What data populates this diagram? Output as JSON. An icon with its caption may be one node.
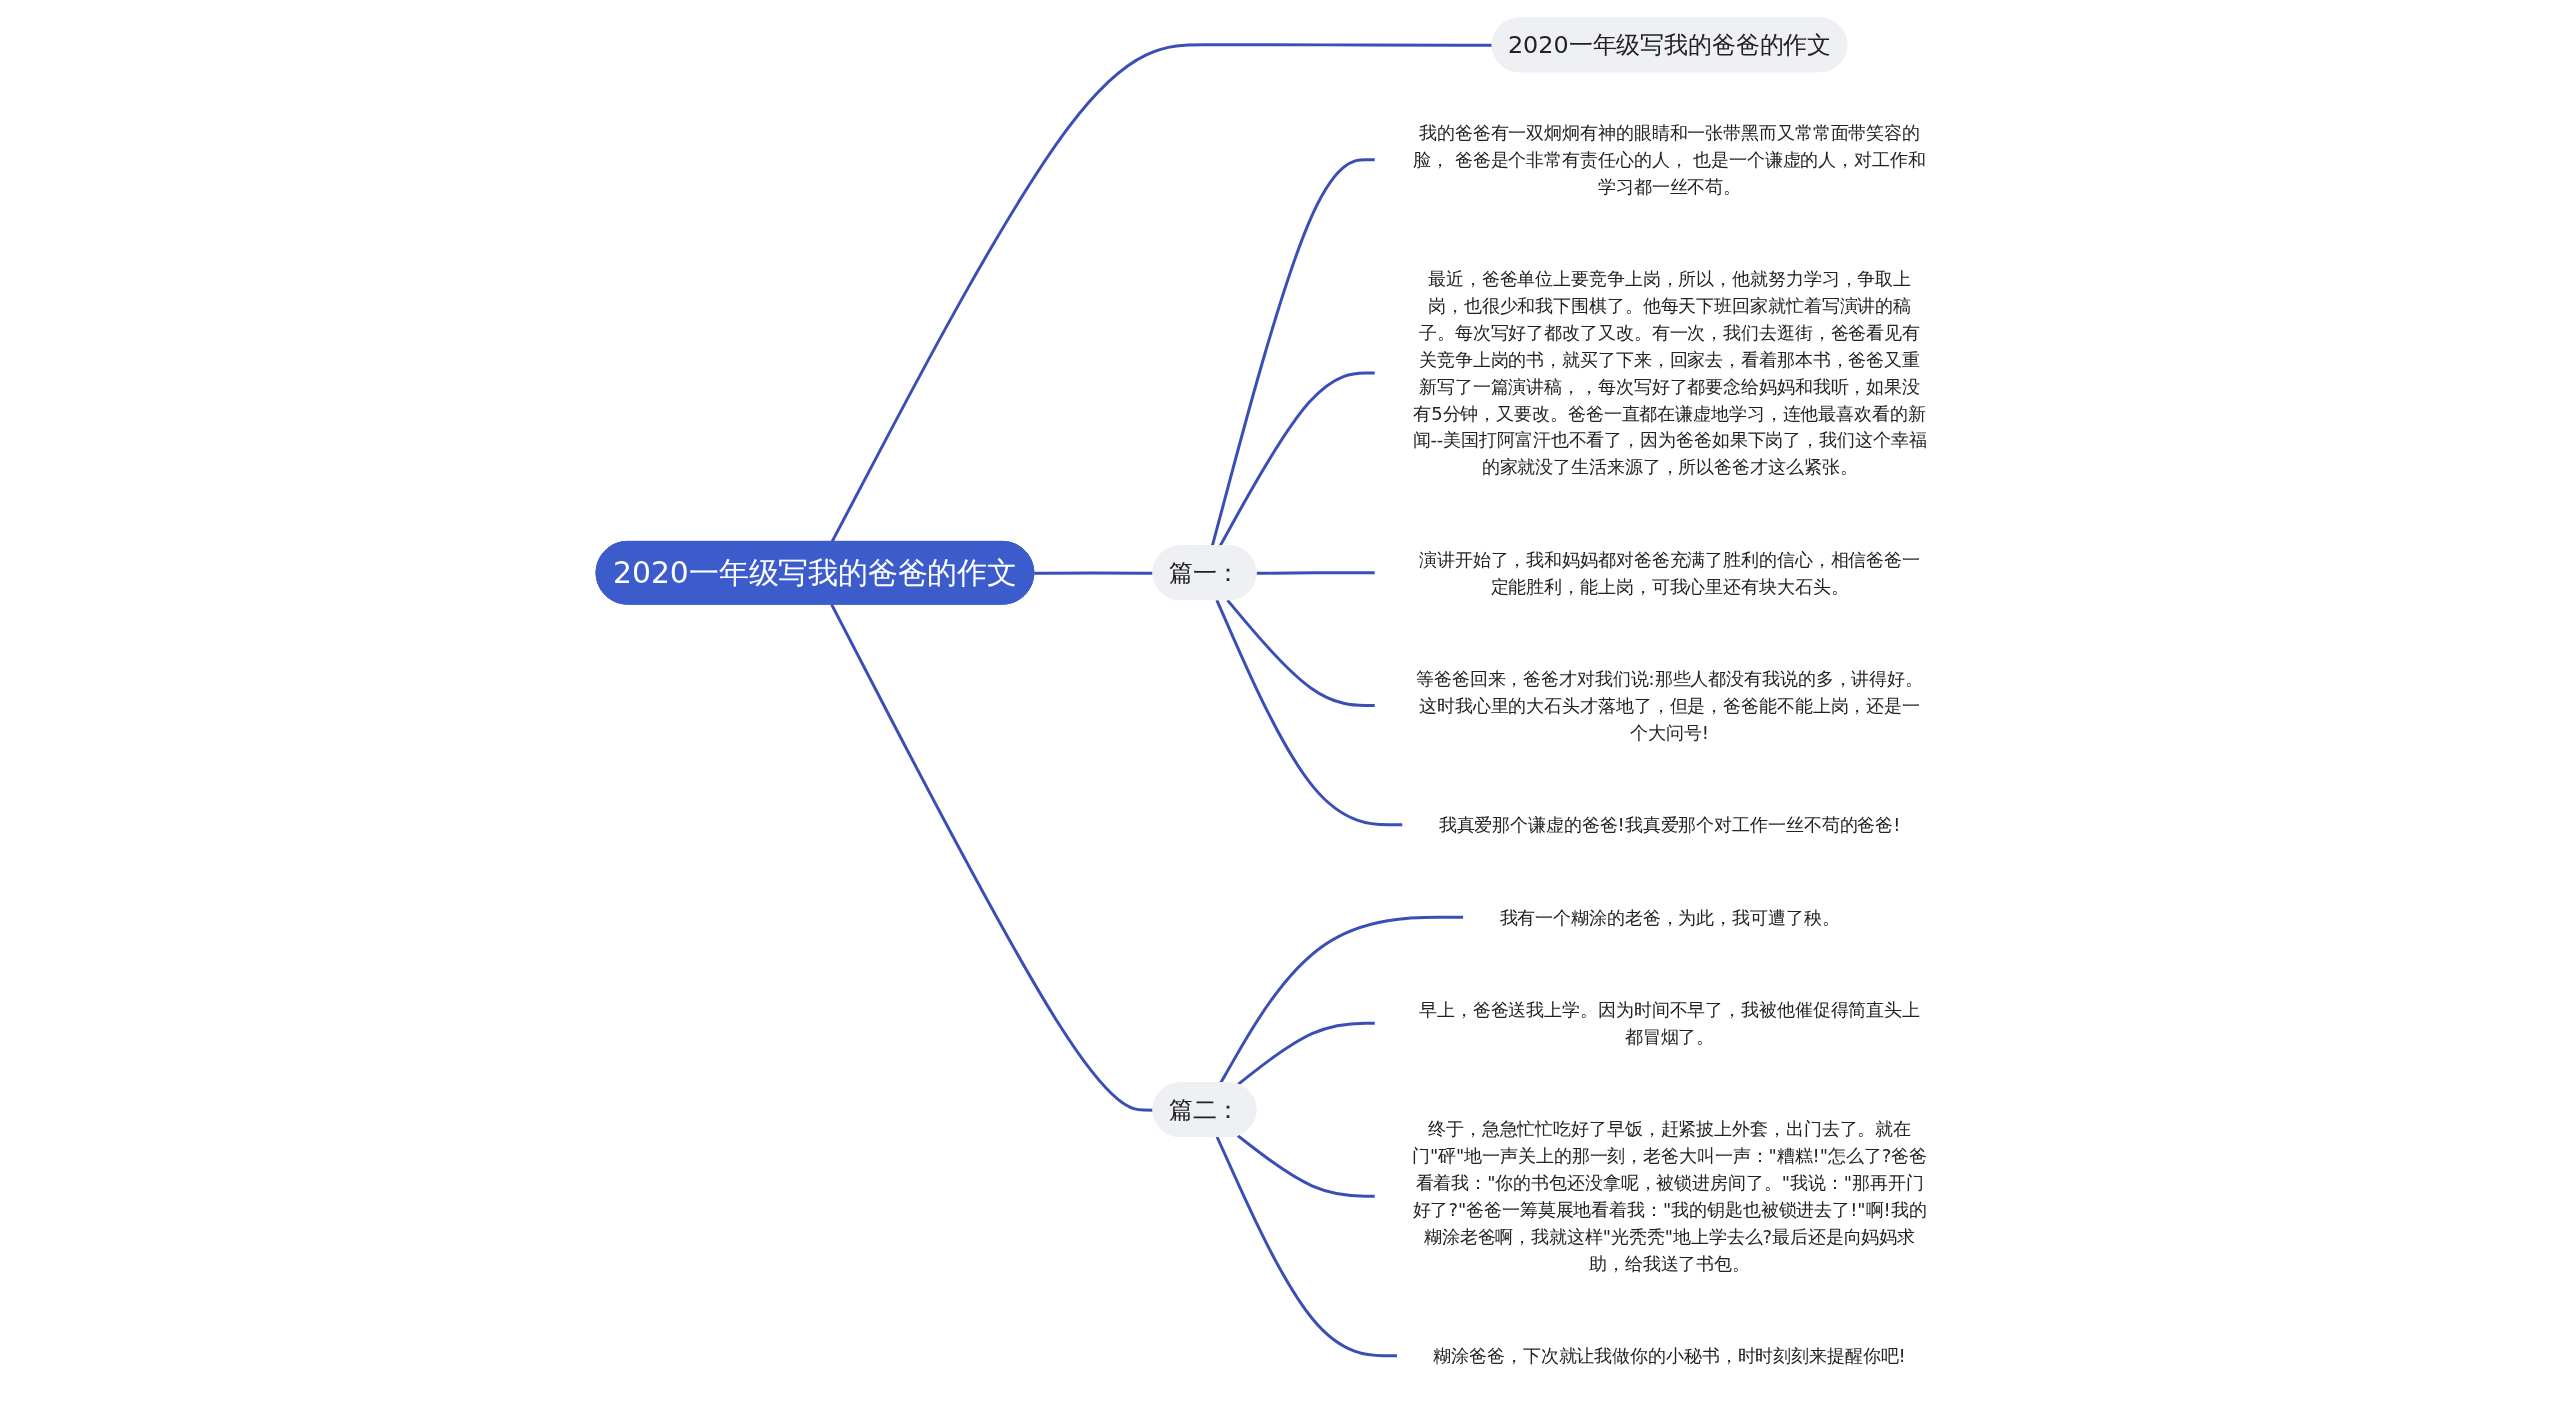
{
  "diagram": {
    "nodes": [
      {
        "text": [
          "2020一年级写我的爸爸的作文"
        ]
      },
      {
        "text": [
          "2020一年级写我的爸爸的作文"
        ]
      },
      {
        "text": [
          "篇一："
        ]
      },
      {
        "text": [
          "我的爸爸有一双炯炯有神的眼睛和一张带黑而又常常面带笑容的脸， 爸爸是个非常有责任心的人， 也是一个谦虚的人，对工作和学习都一丝不苟。"
        ]
      },
      {
        "text": [
          "最近，爸爸单位上要竞争上岗，所以，他就努力学习，争取上岗，也很少和我下围棋了。他每天下班回家就忙着写演讲的稿子。每次写好了都改了又改。有一次，我们去逛街，爸爸看见有关竞争上岗的书，就买了下来，回家去，看着那本书，爸爸又重新写了一篇演讲稿，，每次写好了都要念给妈妈和我听，如果没有5分钟，又要改。爸爸一直都在谦虚地学习，连他最喜欢看的新闻--美国打阿富汗也不看了，因为爸爸如果下岗了，我们这个幸福的家就没了生活来源了，所以爸爸才这么紧张。"
        ]
      },
      {
        "text": [
          "演讲开始了，我和妈妈都对爸爸充满了胜利的信心，相信爸爸一定能胜利，能上岗，可我心里还有块大石头。"
        ]
      },
      {
        "text": [
          "等爸爸回来，爸爸才对我们说:那些人都没有我说的多，讲得好。这时我心里的大石头才落地了，但是，爸爸能不能上岗，还是一个大问号!"
        ]
      },
      {
        "text": [
          "我真爱那个谦虚的爸爸!我真爱那个对工作一丝不苟的爸爸!"
        ]
      },
      {
        "text": [
          "篇二："
        ]
      },
      {
        "text": [
          "我有一个糊涂的老爸，为此，我可遭了秧。"
        ]
      },
      {
        "text": [
          "早上，爸爸送我上学。因为时间不早了，我被他催促得简直头上都冒烟了。"
        ]
      },
      {
        "text": [
          "终于，急急忙忙吃好了早饭，赶紧披上外套，出门去了。就在门\"砰\"地一声关上的那一刻，老爸大叫一声：\"糟糕!\"怎么了?爸爸看着我：\"你的书包还没拿呢，被锁进房间了。\"我说：\"那再开门好了?\"爸爸一筹莫展地看着我：\"我的钥匙也被锁进去了!\"啊!我的糊涂老爸啊，我就这样\"光秃秃\"地上学去么?最后还是向妈妈求助，给我送了书包。"
        ]
      },
      {
        "text": [
          "糊涂爸爸，下次就让我做你的小秘书，时时刻刻来提醒你吧!"
        ]
      }
    ],
    "edges": [
      {
        "from": 0,
        "to": 1,
        "arrow": "none"
      },
      {
        "from": 0,
        "to": 2,
        "arrow": "none"
      },
      {
        "from": 2,
        "to": 3,
        "arrow": "none"
      },
      {
        "from": 2,
        "to": 4,
        "arrow": "none"
      },
      {
        "from": 2,
        "to": 5,
        "arrow": "none"
      },
      {
        "from": 2,
        "to": 6,
        "arrow": "none"
      },
      {
        "from": 2,
        "to": 7,
        "arrow": "none"
      },
      {
        "from": 0,
        "to": 8,
        "arrow": "none"
      },
      {
        "from": 8,
        "to": 9,
        "arrow": "none"
      },
      {
        "from": 8,
        "to": 10,
        "arrow": "none"
      },
      {
        "from": 8,
        "to": 11,
        "arrow": "none"
      },
      {
        "from": 8,
        "to": 12,
        "arrow": "none"
      }
    ]
  }
}
